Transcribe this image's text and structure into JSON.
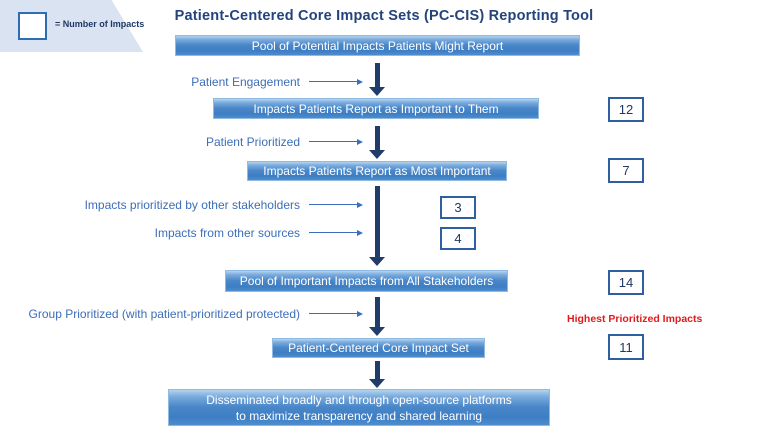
{
  "title": "Patient-Centered Core Impact Sets (PC-CIS) Reporting Tool",
  "legend": {
    "label": "= Number of Impacts"
  },
  "flow_boxes": [
    {
      "label": "Pool of Potential Impacts Patients Might Report"
    },
    {
      "label": "Impacts Patients Report as Important to Them",
      "count": "12"
    },
    {
      "label": "Impacts Patients Report as Most Important",
      "count": "7"
    },
    {
      "label": "Pool of Important Impacts from All Stakeholders",
      "count": "14"
    },
    {
      "label": "Patient-Centered Core Impact Set",
      "count": "11"
    },
    {
      "lines": [
        "Disseminated broadly and through open-source platforms",
        "to maximize transparency and shared learning"
      ]
    }
  ],
  "side_inputs": [
    {
      "label": "Patient Engagement"
    },
    {
      "label": "Patient Prioritized"
    },
    {
      "label": "Impacts prioritized by other stakeholders",
      "count": "3"
    },
    {
      "label": "Impacts from other sources",
      "count": "4"
    },
    {
      "label": "Group Prioritized (with patient-prioritized protected)"
    }
  ],
  "annotation": {
    "highest_prioritized_label": "Highest Prioritized Impacts"
  },
  "colors": {
    "box_gradient_top": "#b3d4ef",
    "box_gradient_mid": "#4a87c8",
    "box_gradient_bottom": "#4e8ccd",
    "flow_box_text": "#ffffff",
    "title_text": "#24437c",
    "side_label_text": "#3c6eb9",
    "count_box_border": "#2e5fa3",
    "count_box_text": "#1f3864",
    "vertical_arrow": "#203c6b",
    "legend_background": "#d9e3f1",
    "highlight_red": "#e11a1a"
  }
}
